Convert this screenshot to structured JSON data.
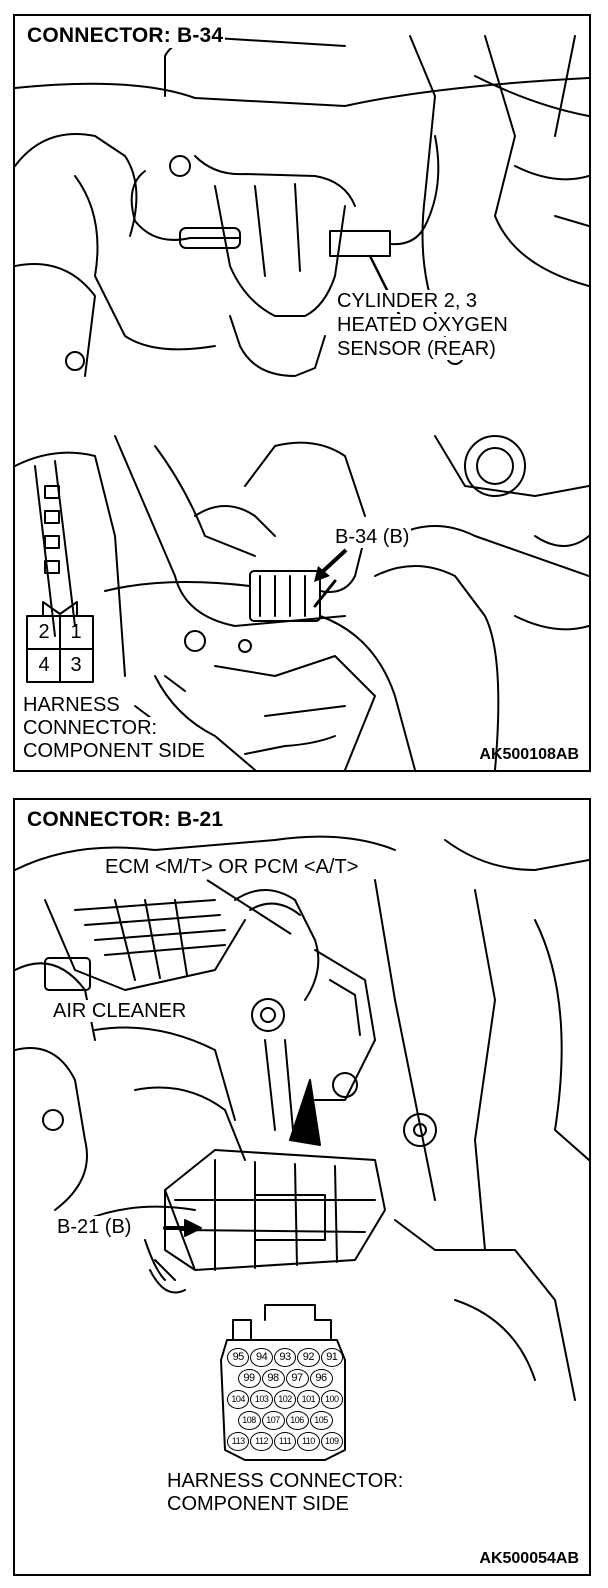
{
  "panels": [
    {
      "title": "CONNECTOR: B-34",
      "sensor_label": [
        "CYLINDER 2, 3",
        "HEATED OXYGEN",
        "SENSOR (REAR)"
      ],
      "connector_callout": "B-34 (B)",
      "pins": [
        "2",
        "1",
        "4",
        "3"
      ],
      "harness_label": [
        "HARNESS",
        "CONNECTOR:",
        "COMPONENT SIDE"
      ],
      "figure_code": "AK500108AB"
    },
    {
      "title": "CONNECTOR: B-21",
      "ecm_label": "ECM <M/T> OR PCM <A/T>",
      "air_cleaner_label": "AIR CLEANER",
      "connector_callout": "B-21 (B)",
      "pin_rows": [
        [
          "95",
          "94",
          "93",
          "92",
          "91"
        ],
        [
          "99",
          "98",
          "97",
          "96"
        ],
        [
          "104",
          "103",
          "102",
          "101",
          "100"
        ],
        [
          "108",
          "107",
          "106",
          "105"
        ],
        [
          "113",
          "112",
          "111",
          "110",
          "109"
        ]
      ],
      "harness_label": [
        "HARNESS CONNECTOR:",
        "COMPONENT SIDE"
      ],
      "figure_code": "AK500054AB"
    }
  ]
}
